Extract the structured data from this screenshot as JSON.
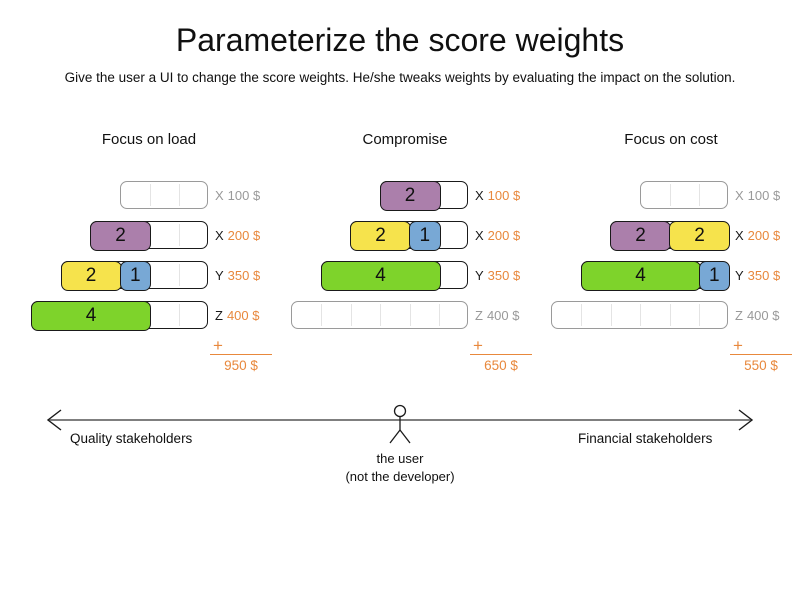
{
  "title": "Parameterize the score weights",
  "subtitle": "Give the user a UI to change the score weights. He/she tweaks weights by evaluating the impact on the solution.",
  "plus_sign": "+",
  "colors": {
    "purple": "#ab7fab",
    "yellow": "#f6e34c",
    "blue": "#78a8d5",
    "green": "#7ed32b",
    "accent_orange": "#e8883c",
    "muted_gray": "#999999"
  },
  "panels": [
    {
      "title": "Focus on load",
      "total": "950 $",
      "rows": [
        {
          "letter": "X",
          "price": "100 $",
          "cells": 3,
          "segments": []
        },
        {
          "letter": "X",
          "price": "200 $",
          "cells": 4,
          "segments": [
            {
              "value": "2",
              "size": 2,
              "color": "purple"
            }
          ]
        },
        {
          "letter": "Y",
          "price": "350 $",
          "cells": 5,
          "segments": [
            {
              "value": "2",
              "size": 2,
              "color": "yellow"
            },
            {
              "value": "1",
              "size": 1,
              "color": "blue"
            }
          ]
        },
        {
          "letter": "Z",
          "price": "400 $",
          "cells": 6,
          "segments": [
            {
              "value": "4",
              "size": 4,
              "color": "green"
            }
          ]
        }
      ]
    },
    {
      "title": "Compromise",
      "total": "650 $",
      "rows": [
        {
          "letter": "X",
          "price": "100 $",
          "cells": 3,
          "segments": [
            {
              "value": "2",
              "size": 2,
              "color": "purple"
            }
          ]
        },
        {
          "letter": "X",
          "price": "200 $",
          "cells": 4,
          "segments": [
            {
              "value": "2",
              "size": 2,
              "color": "yellow"
            },
            {
              "value": "1",
              "size": 1,
              "color": "blue"
            }
          ]
        },
        {
          "letter": "Y",
          "price": "350 $",
          "cells": 5,
          "segments": [
            {
              "value": "4",
              "size": 4,
              "color": "green"
            }
          ]
        },
        {
          "letter": "Z",
          "price": "400 $",
          "cells": 6,
          "segments": []
        }
      ]
    },
    {
      "title": "Focus on cost",
      "total": "550 $",
      "rows": [
        {
          "letter": "X",
          "price": "100 $",
          "cells": 3,
          "segments": []
        },
        {
          "letter": "X",
          "price": "200 $",
          "cells": 4,
          "segments": [
            {
              "value": "2",
              "size": 2,
              "color": "purple"
            },
            {
              "value": "2",
              "size": 2,
              "color": "yellow"
            }
          ]
        },
        {
          "letter": "Y",
          "price": "350 $",
          "cells": 5,
          "segments": [
            {
              "value": "4",
              "size": 4,
              "color": "green"
            },
            {
              "value": "1",
              "size": 1,
              "color": "blue"
            }
          ]
        },
        {
          "letter": "Z",
          "price": "400 $",
          "cells": 6,
          "segments": []
        }
      ]
    }
  ],
  "axis": {
    "left_label": "Quality stakeholders",
    "right_label": "Financial stakeholders",
    "center_line1": "the user",
    "center_line2": "(not the developer)"
  }
}
